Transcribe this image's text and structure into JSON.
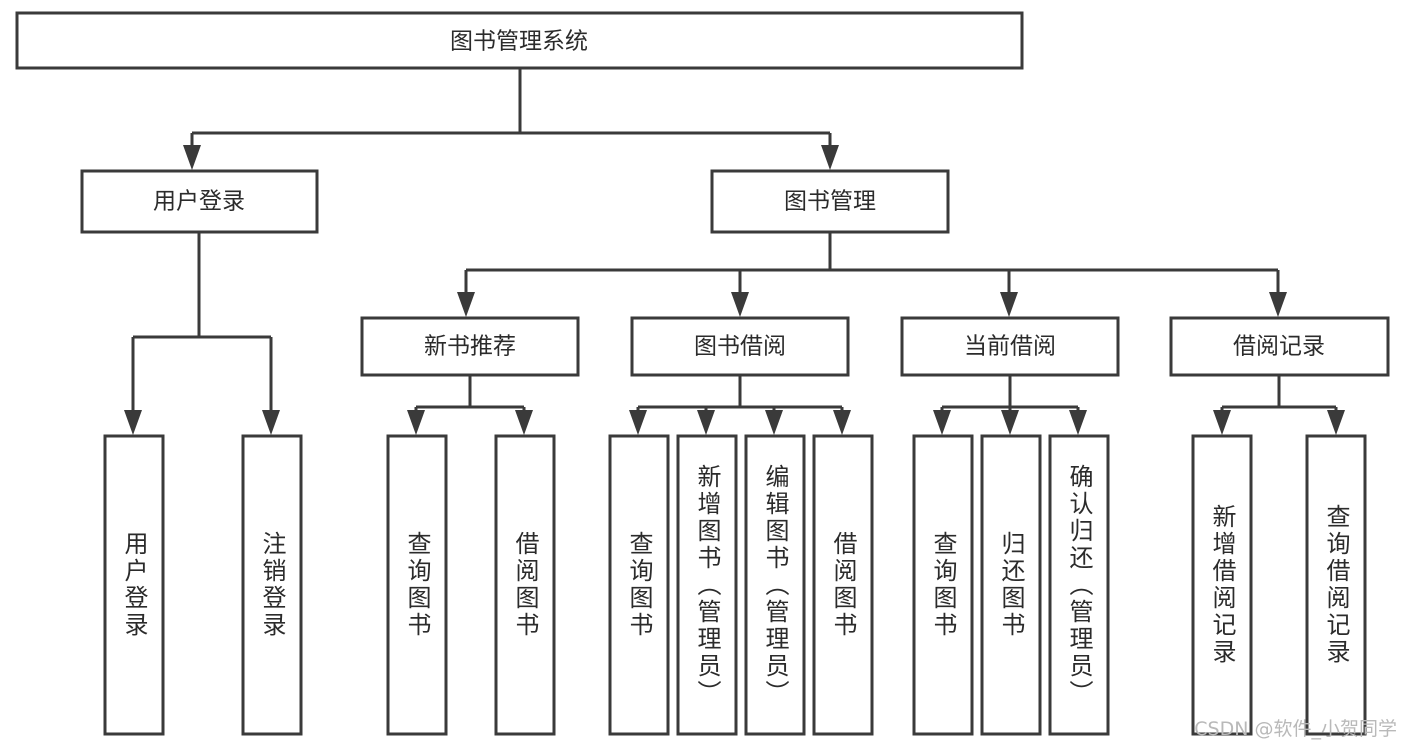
{
  "diagram": {
    "title": "图书管理系统",
    "type": "tree-hierarchy-diagram",
    "watermark": "CSDN @软件_小贺同学",
    "root": {
      "label": "图书管理系统"
    },
    "level2": [
      {
        "label": "用户登录"
      },
      {
        "label": "图书管理"
      }
    ],
    "level3": [
      {
        "label": "新书推荐"
      },
      {
        "label": "图书借阅"
      },
      {
        "label": "当前借阅"
      },
      {
        "label": "借阅记录"
      }
    ],
    "leaves": {
      "user_login": [
        {
          "label": "用户登录"
        },
        {
          "label": "注销登录"
        }
      ],
      "new_book_recommend": [
        {
          "label": "查询图书"
        },
        {
          "label": "借阅图书"
        }
      ],
      "book_borrow": [
        {
          "label": "查询图书"
        },
        {
          "label": "新增图书（管理员）"
        },
        {
          "label": "编辑图书（管理员）"
        },
        {
          "label": "借阅图书"
        }
      ],
      "current_borrow": [
        {
          "label": "查询图书"
        },
        {
          "label": "归还图书"
        },
        {
          "label": "确认归还（管理员）"
        }
      ],
      "borrow_record": [
        {
          "label": "新增借阅记录"
        },
        {
          "label": "查询借阅记录"
        }
      ]
    },
    "colors": {
      "stroke": "#3a3a3a",
      "fill": "#ffffff",
      "text": "#2b2b2b",
      "watermark": "#b9b9b9"
    }
  }
}
